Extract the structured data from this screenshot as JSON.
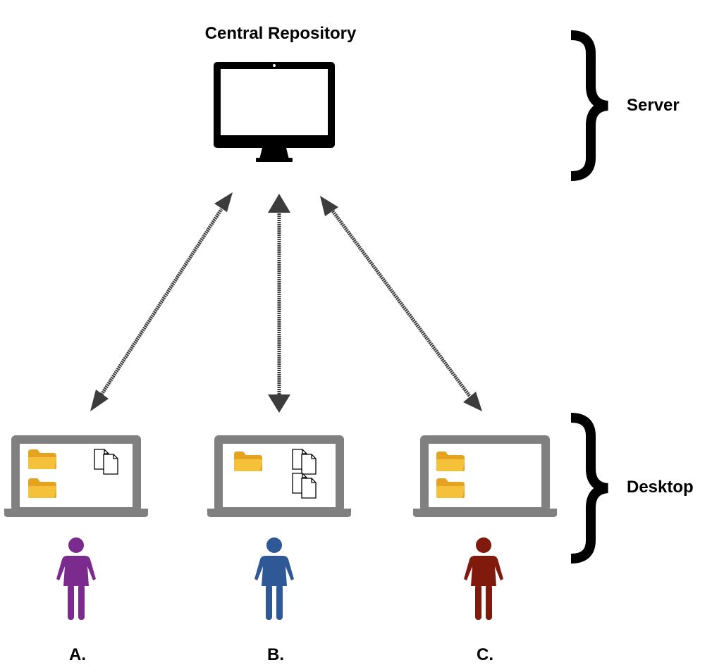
{
  "title": "Central Repository",
  "tiers": {
    "server_label": "Server",
    "desktop_label": "Desktop"
  },
  "users": [
    {
      "label": "A.",
      "color": "#7b2a8e",
      "folders": 2,
      "documents": 1
    },
    {
      "label": "B.",
      "color": "#2e5896",
      "folders": 1,
      "documents": 2
    },
    {
      "label": "C.",
      "color": "#7f1a0d",
      "folders": 2,
      "documents": 0
    }
  ],
  "colors": {
    "monitor": "#000000",
    "laptop": "#808080",
    "folder": "#f5c13b",
    "arrow": "#3c3c3c"
  },
  "icons": [
    "monitor-icon",
    "laptop-icon",
    "folder-icon",
    "document-icon",
    "person-icon",
    "brace-icon"
  ]
}
